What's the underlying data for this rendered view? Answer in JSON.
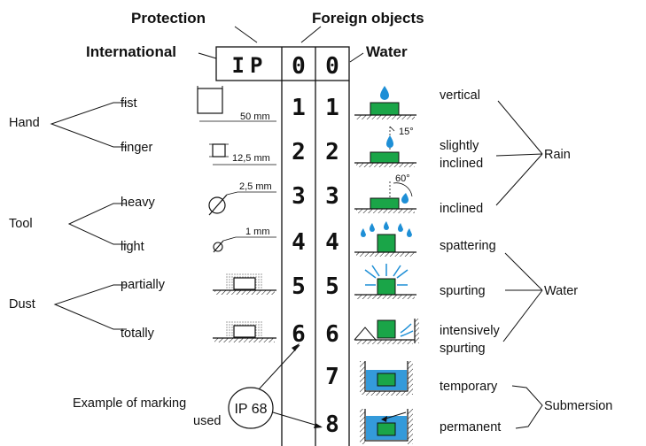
{
  "headers": {
    "protection": "Protection",
    "foreign_objects": "Foreign objects",
    "international": "International",
    "water": "Water",
    "ip": "IP",
    "zero_left": "0",
    "zero_right": "0"
  },
  "left_digits": [
    "1",
    "2",
    "3",
    "4",
    "5",
    "6"
  ],
  "right_digits": [
    "1",
    "2",
    "3",
    "4",
    "5",
    "6",
    "7",
    "8"
  ],
  "groups_left": [
    {
      "label": "Hand",
      "items": [
        "fist",
        "finger"
      ]
    },
    {
      "label": "Tool",
      "items": [
        "heavy",
        "light"
      ]
    },
    {
      "label": "Dust",
      "items": [
        "partially",
        "totally"
      ]
    }
  ],
  "sizes": [
    "50 mm",
    "12,5 mm",
    "2,5 mm",
    "1 mm"
  ],
  "angles": [
    "15°",
    "60°"
  ],
  "water_items": {
    "vertical": "vertical",
    "slightly_line1": "slightly",
    "slightly_line2": "inclined",
    "inclined": "inclined",
    "spattering": "spattering",
    "spurting": "spurting",
    "intensively_line1": "intensively",
    "intensively_line2": "spurting",
    "temporary": "temporary",
    "permanent": "permanent"
  },
  "water_groups": {
    "rain": "Rain",
    "water": "Water",
    "submersion": "Submersion"
  },
  "example": {
    "line1": "Example of marking",
    "line2": "used",
    "code": "IP 68"
  },
  "colors": {
    "green": "#1aa548",
    "blue": "#1e8fd6",
    "ink": "#111111"
  }
}
